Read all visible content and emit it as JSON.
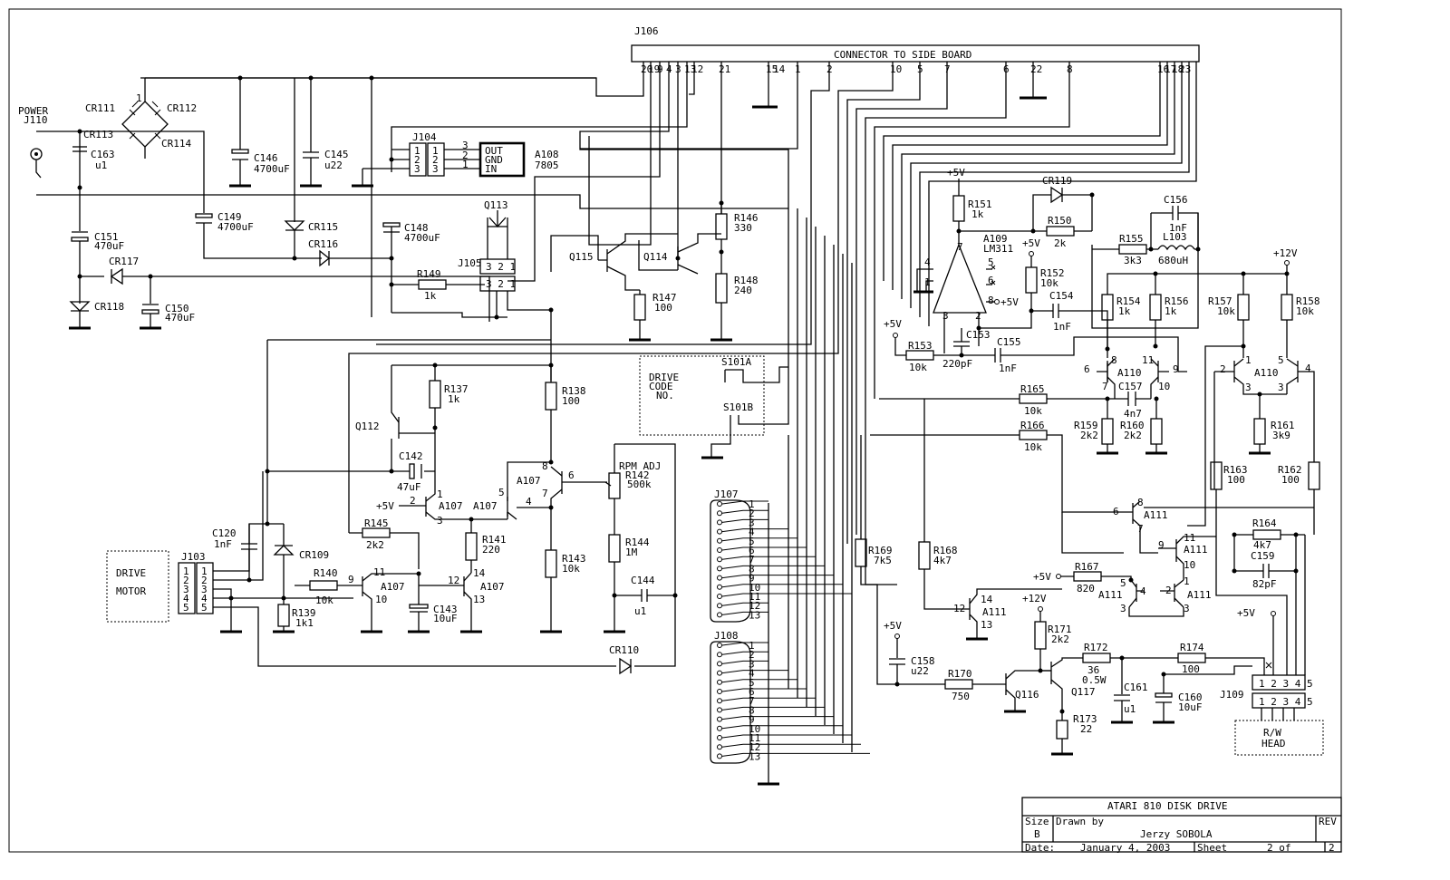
{
  "title_block": {
    "title": "ATARI 810 DISK DRIVE",
    "size_label": "Size",
    "size_value": "B",
    "drawn_label": "Drawn by",
    "drawn_value": "Jerzy SOBOLA",
    "rev_label": "REV",
    "date_label": "Date:",
    "date_value": "January  4, 2003",
    "sheet_label": "Sheet",
    "sheet_value": "2 of",
    "sheet_total": "2"
  },
  "connectors": {
    "j106": "J106",
    "j106_title": "CONNECTOR TO SIDE BOARD",
    "j106_pins": [
      "20",
      "19",
      "9",
      "4",
      "3",
      "13",
      "12",
      "21",
      "15",
      "14",
      "1",
      "2",
      "10",
      "5",
      "7",
      "6",
      "22",
      "8",
      "16",
      "17",
      "18",
      "23"
    ],
    "power": "POWER",
    "j110": "J110",
    "j104": "J104",
    "j105": "J105",
    "j103": "J103",
    "j107": "J107",
    "j108": "J108",
    "j109": "J109",
    "drive_motor_1": "DRIVE",
    "drive_motor_2": "MOTOR",
    "rw_head_1": "R/W",
    "rw_head_2": "HEAD",
    "drive_code_1": "DRIVE",
    "drive_code_2": "CODE",
    "drive_code_3": "NO.",
    "db_pins": [
      "1",
      "2",
      "3",
      "4",
      "5",
      "6",
      "7",
      "8",
      "9",
      "10",
      "11",
      "12",
      "13"
    ]
  },
  "regulator": {
    "name": "A108",
    "part": "7805",
    "out": "OUT",
    "gnd": "GND",
    "in": "IN"
  },
  "diodes": {
    "cr111": "CR111",
    "cr112": "CR112",
    "cr113": "CR113",
    "cr114": "CR114",
    "cr115": "CR115",
    "cr116": "CR116",
    "cr117": "CR117",
    "cr118": "CR118",
    "cr109": "CR109",
    "cr110": "CR110",
    "cr119": "CR119"
  },
  "capacitors": {
    "c163": [
      "C163",
      "u1"
    ],
    "c146": [
      "C146",
      "4700uF"
    ],
    "c145": [
      "C145",
      "u22"
    ],
    "c151": [
      "C151",
      "470uF"
    ],
    "c149": [
      "C149",
      "4700uF"
    ],
    "c148": [
      "C148",
      "4700uF"
    ],
    "c150": [
      "C150",
      "470uF"
    ],
    "c142": [
      "C142",
      "47uF"
    ],
    "c120": [
      "C120",
      "1nF"
    ],
    "c143": [
      "C143",
      "10uF"
    ],
    "c144": [
      "C144",
      "u1"
    ],
    "c156": [
      "C156",
      "1nF"
    ],
    "c154": [
      "C154",
      "1nF"
    ],
    "c153": [
      "C153",
      "220pF"
    ],
    "c155": [
      "C155",
      "1nF"
    ],
    "c157": [
      "C157",
      "4n7"
    ],
    "c159": [
      "C159",
      "82pF"
    ],
    "c158": [
      "C158",
      "u22"
    ],
    "c161": [
      "C161",
      "u1"
    ],
    "c160": [
      "C160",
      "10uF"
    ]
  },
  "resistors": {
    "r146": [
      "R146",
      "330"
    ],
    "r148": [
      "R148",
      "240"
    ],
    "r147": [
      "R147",
      "100"
    ],
    "r149": [
      "R149",
      "1k"
    ],
    "r137": [
      "R137",
      "1k"
    ],
    "r138": [
      "R138",
      "100"
    ],
    "r145": [
      "R145",
      "2k2"
    ],
    "r141": [
      "R141",
      "220"
    ],
    "r143": [
      "R143",
      "10k"
    ],
    "r142": [
      "RPM ADJ",
      "R142",
      "500k"
    ],
    "r144": [
      "R144",
      "1M"
    ],
    "r140": [
      "R140",
      "10k"
    ],
    "r139": [
      "R139",
      "1k1"
    ],
    "r151": [
      "R151",
      "1k"
    ],
    "r150": [
      "R150",
      "2k"
    ],
    "r155": [
      "R155",
      "3k3"
    ],
    "r152": [
      "R152",
      "10k"
    ],
    "r153": [
      "R153",
      "10k"
    ],
    "r154": [
      "R154",
      "1k"
    ],
    "r156": [
      "R156",
      "1k"
    ],
    "r157": [
      "R157",
      "10k"
    ],
    "r158": [
      "R158",
      "10k"
    ],
    "r165": [
      "R165",
      "10k"
    ],
    "r166": [
      "R166",
      "10k"
    ],
    "r159": [
      "R159",
      "2k2"
    ],
    "r160": [
      "R160",
      "2k2"
    ],
    "r161": [
      "R161",
      "3k9"
    ],
    "r163": [
      "R163",
      "100"
    ],
    "r162": [
      "R162",
      "100"
    ],
    "r164": [
      "R164",
      "4k7"
    ],
    "r169": [
      "R169",
      "7k5"
    ],
    "r168": [
      "R168",
      "4k7"
    ],
    "r167": [
      "R167",
      "820"
    ],
    "r171": [
      "R171",
      "2k2"
    ],
    "r172": [
      "R172",
      "36",
      "0.5W"
    ],
    "r174": [
      "R174",
      "100"
    ],
    "r170": [
      "R170",
      "750"
    ],
    "r173": [
      "R173",
      "22"
    ]
  },
  "inductors": {
    "l103": [
      "L103",
      "680uH"
    ]
  },
  "transistors": {
    "q113": "Q113",
    "q115": "Q115",
    "q114": "Q114",
    "q112": "Q112",
    "q116": "Q116",
    "q117": "Q117"
  },
  "ics": {
    "a109": [
      "A109",
      "LM311"
    ],
    "a107": "A107",
    "a110": "A110",
    "a111": "A111"
  },
  "switches": {
    "s101a": "S101A",
    "s101b": "S101B"
  },
  "supplies": {
    "p5v": "+5V",
    "p12v": "+12V"
  },
  "pins": {
    "n1": "1",
    "n2": "2",
    "n3": "3",
    "n4": "4",
    "n5": "5",
    "n6": "6",
    "n7": "7",
    "n8": "8",
    "n9": "9",
    "n10": "10",
    "n11": "11",
    "n12": "12",
    "n13": "13",
    "n14": "14",
    "j104_in": [
      "1",
      "2",
      "3"
    ],
    "j105_pins": "3 2 1",
    "j103_pins": [
      "1",
      "2",
      "3",
      "4",
      "5"
    ],
    "j109_pins": "1 2 3 4 5",
    "reg_pins": [
      "3",
      "2",
      "1"
    ]
  }
}
